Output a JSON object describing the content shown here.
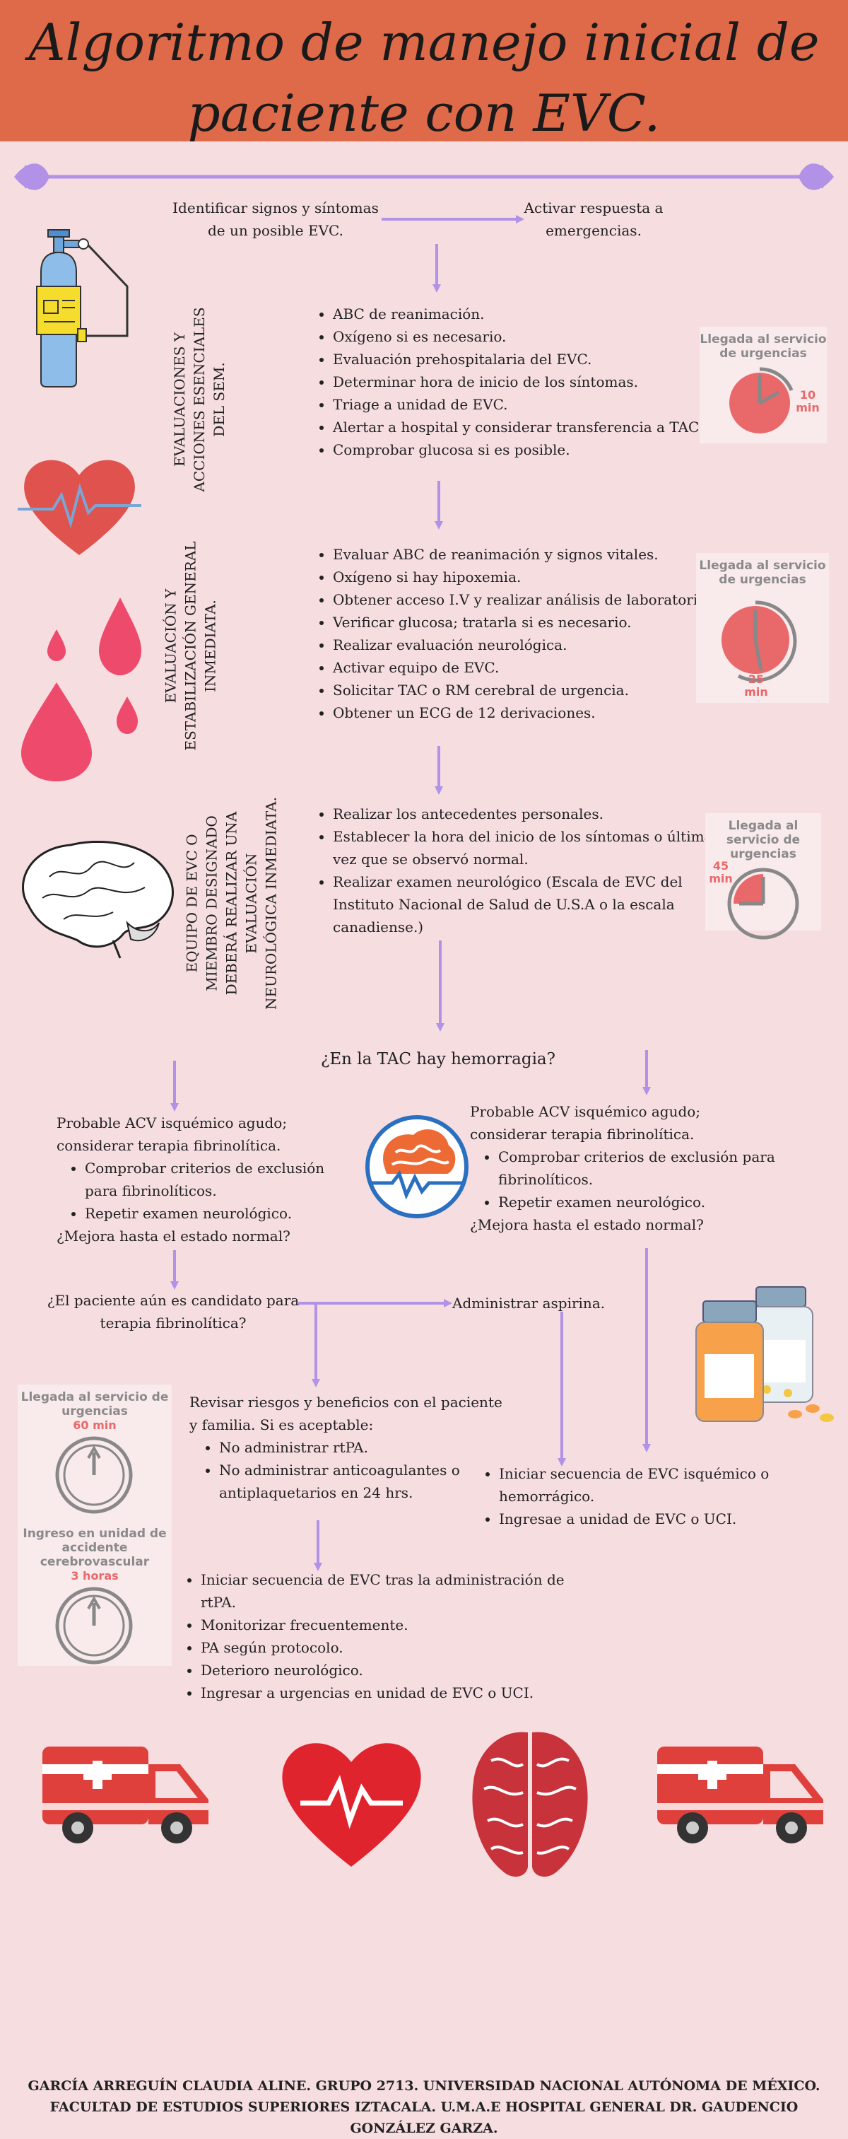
{
  "title": "Algoritmo de manejo inicial de paciente con EVC.",
  "colors": {
    "header": "#de6a4a",
    "background": "#f6dde0",
    "arrow": "#b192e6",
    "red": "#e0524e",
    "pink": "#ee4a6c"
  },
  "steps": {
    "identify": "Identificar signos y síntomas de un posible EVC.",
    "activate": "Activar respuesta a emergencias."
  },
  "section1": {
    "label": "EVALUACIONES Y ACCIONES ESENCIALES DEL SEM.",
    "items": [
      "ABC de reanimación.",
      "Oxígeno si es necesario.",
      "Evaluación prehospitalaria del EVC.",
      "Determinar hora de inicio de los síntomas.",
      "Triage a unidad de EVC.",
      "Alertar a hospital y considerar transferencia a TAC.",
      "Comprobar glucosa si es posible."
    ],
    "timer_title": "Llegada al servicio de urgencias",
    "timer_value": "10 min"
  },
  "section2": {
    "label": "EVALUACIÓN Y ESTABILIZACIÓN GENERAL INMEDIATA.",
    "items": [
      "Evaluar ABC de reanimación y signos vitales.",
      "Oxígeno si hay hipoxemia.",
      "Obtener acceso I.V y realizar análisis de laboratorio.",
      "Verificar glucosa; tratarla si es necesario.",
      "Realizar evaluación neurológica.",
      "Activar equipo de EVC.",
      "Solicitar TAC o RM cerebral de urgencia.",
      "Obtener un ECG de 12 derivaciones."
    ],
    "timer_title": "Llegada al servicio de urgencias",
    "timer_value": "25 min"
  },
  "section3": {
    "label": "EQUIPO DE EVC O MIEMBRO DESIGNADO DEBERÁ REALIZAR UNA EVALUACIÓN NEUROLÓGICA INMEDIATA.",
    "items": [
      "Realizar los antecedentes personales.",
      "Establecer la hora del inicio de los síntomas o última vez que se observó normal.",
      "Realizar examen neurológico (Escala de EVC del Instituto Nacional de Salud de U.S.A o la escala canadiense.)"
    ],
    "timer_title": "Llegada al servicio de urgencias",
    "timer_value": "45 min"
  },
  "question_tac": "¿En la TAC hay hemorragia?",
  "left_branch": {
    "intro": "Probable ACV isquémico agudo; considerar terapia fibrinolítica.",
    "items": [
      "Comprobar criterios de exclusión para fibrinolíticos.",
      "Repetir examen neurológico."
    ],
    "question": "¿Mejora hasta el estado normal?"
  },
  "right_branch": {
    "intro": "Probable ACV isquémico agudo; considerar terapia fibrinolítica.",
    "items": [
      "Comprobar criterios de exclusión para fibrinolíticos.",
      "Repetir examen neurológico."
    ],
    "question": "¿Mejora hasta el estado normal?"
  },
  "candidate_question": "¿El paciente aún es candidato para terapia fibrinolítica?",
  "aspirin": "Administrar aspirina.",
  "review": {
    "intro": "Revisar riesgos y beneficios con el paciente y familia. Si es aceptable:",
    "items": [
      "No administrar rtPA.",
      "No administrar anticoagulantes o antiplaquetarios en 24 hrs."
    ]
  },
  "final_right": {
    "items": [
      "Iniciar secuencia de EVC isquémico o hemorrágico.",
      "Ingresae a unidad de EVC o UCI."
    ]
  },
  "final_center": {
    "items": [
      "Iniciar secuencia de EVC tras la administración de rtPA.",
      "Monitorizar frecuentemente.",
      "PA según protocolo.",
      "Deterioro neurológico.",
      "Ingresar a urgencias en unidad de EVC o UCI."
    ]
  },
  "timer_side": {
    "title1": "Llegada al servicio de urgencias",
    "value1": "60 min",
    "title2": "Ingreso en unidad de accidente cerebrovascular",
    "value2": "3 horas"
  },
  "footer": "García Arreguín Claudia Aline. Grupo 2713. Universidad Nacional Autónoma de México. Facultad de Estudios Superiores Iztacala. U.M.A.E Hospital General Dr. Gaudencio González Garza."
}
